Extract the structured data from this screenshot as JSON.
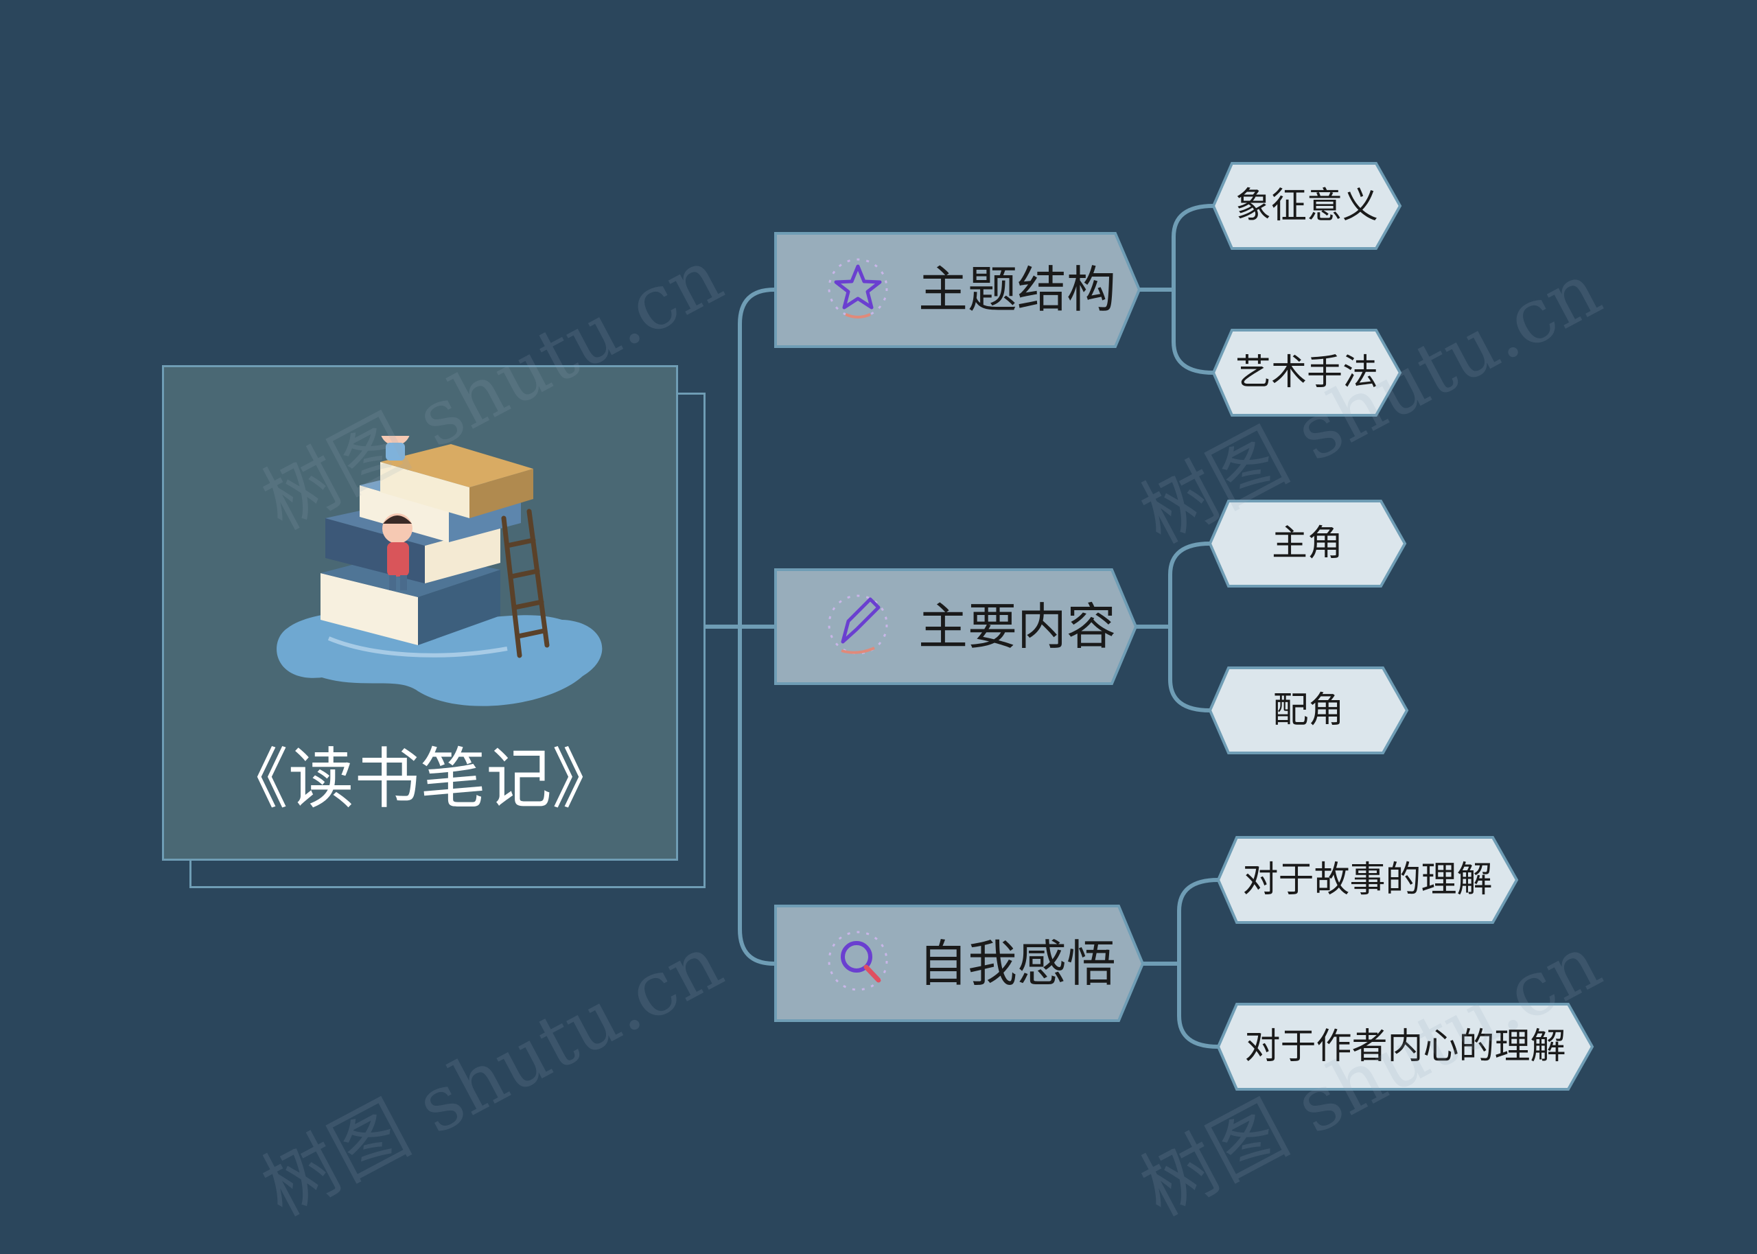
{
  "root": {
    "title": "《读书笔记》"
  },
  "branches": [
    {
      "label": "主题结构",
      "icon": "star-icon",
      "children": [
        {
          "label": "象征意义"
        },
        {
          "label": "艺术手法"
        }
      ]
    },
    {
      "label": "主要内容",
      "icon": "pencil-icon",
      "children": [
        {
          "label": "主角"
        },
        {
          "label": "配角"
        }
      ]
    },
    {
      "label": "自我感悟",
      "icon": "magnifier-icon",
      "children": [
        {
          "label": "对于故事的理解"
        },
        {
          "label": "对于作者内心的理解"
        }
      ]
    }
  ],
  "watermark": "树图 shutu.cn",
  "colors": {
    "background": "#2b465c",
    "connector": "#6f9db5",
    "main_node": "#98adbb",
    "leaf_node": "#dce6ec",
    "root_card": "#4a6874",
    "icon_purple": "#6a3fd0"
  }
}
